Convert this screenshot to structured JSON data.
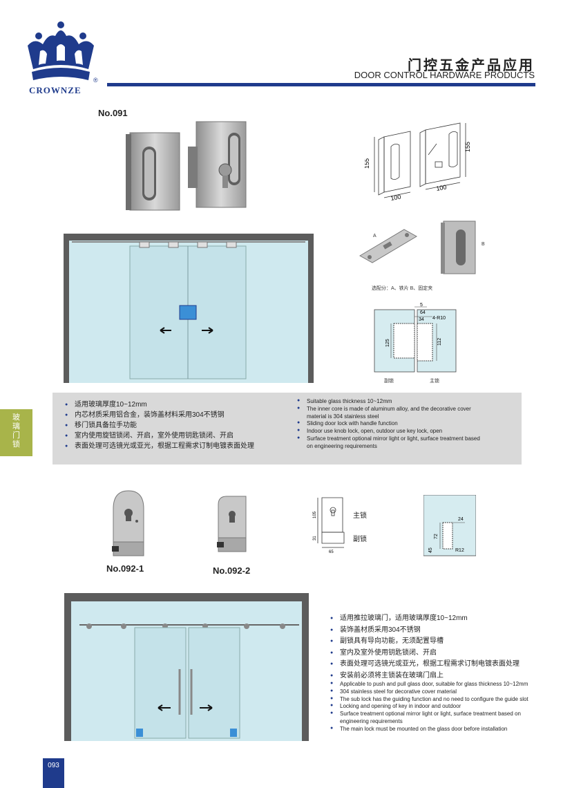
{
  "brand": {
    "name": "CROWNZE",
    "reg": "®",
    "colors": {
      "primary": "#1f3b8c",
      "accent": "#a8b44a",
      "glass": "#cfe9ef",
      "frame": "#5a5a5a"
    }
  },
  "header": {
    "title_cn": "门控五金产品应用",
    "title_en": "DOOR CONTROL HARDWARE PRODUCTS"
  },
  "side_tab": {
    "chars": [
      "玻",
      "璃",
      "门",
      "锁"
    ]
  },
  "product_091": {
    "label": "No.091",
    "dims": {
      "height_a": "155",
      "width_a": "100",
      "height_b": "155",
      "width_b": "100"
    },
    "option_a": "A",
    "option_b": "B",
    "accessory_note": "选配分：A、铁片 B、固定夹",
    "drawing": {
      "d5": "5",
      "d64": "64",
      "d34": "34",
      "r10": "4-R10",
      "d125": "125",
      "d112": "112",
      "sub_lock": "副锁",
      "main_lock": "主锁"
    },
    "features_cn": [
      "适用玻璃厚度10~12mm",
      "内芯材质采用铝合金，装饰盖材料采用304不锈钢",
      "移门锁具备拉手功能",
      "室内使用旋钮锁闭、开启，室外使用钥匙锁闭、开启",
      "表面处理可选镜光或亚光，根据工程需求订制电镀表面处理"
    ],
    "features_en": [
      "Suitable glass thickness 10~12mm",
      "The inner core is made of aluminum alloy, and the decorative cover material is 304 stainless steel",
      "Sliding door lock with handle function",
      "Indoor use knob lock, open, outdoor use key lock, open",
      "Surface treatment optional mirror light or light, surface treatment based on engineering requirements"
    ]
  },
  "product_092": {
    "label_1": "No.092-1",
    "label_2": "No.092-2",
    "drawing": {
      "d105": "105",
      "d31": "31",
      "d65": "65",
      "main_lock": "主锁",
      "sub_lock": "副锁",
      "d24": "24",
      "d72": "72",
      "d45": "45",
      "r12": "R12"
    },
    "features_cn": [
      "适用推拉玻璃门，适用玻璃厚度10~12mm",
      "装饰盖材质采用304不锈钢",
      "副锁具有导向功能，无须配置导槽",
      "室内及室外使用钥匙锁闭、开启",
      "表面处理可选镜光或亚光，根据工程需求订制电镀表面处理",
      "安装前必须将主锁装在玻璃门扇上"
    ],
    "features_en": [
      "Applicable to push and pull glass door, suitable for glass thickness 10~12mm",
      "304 stainless steel for decorative cover material",
      "The sub lock has the guiding function and no need to configure the guide slot",
      "Locking and opening of key in indoor and outdoor",
      "Surface treatment optional mirror light or light, surface treatment based on engineering requirements",
      "The main lock must be mounted on the glass door before installation"
    ]
  },
  "page_number": "093"
}
